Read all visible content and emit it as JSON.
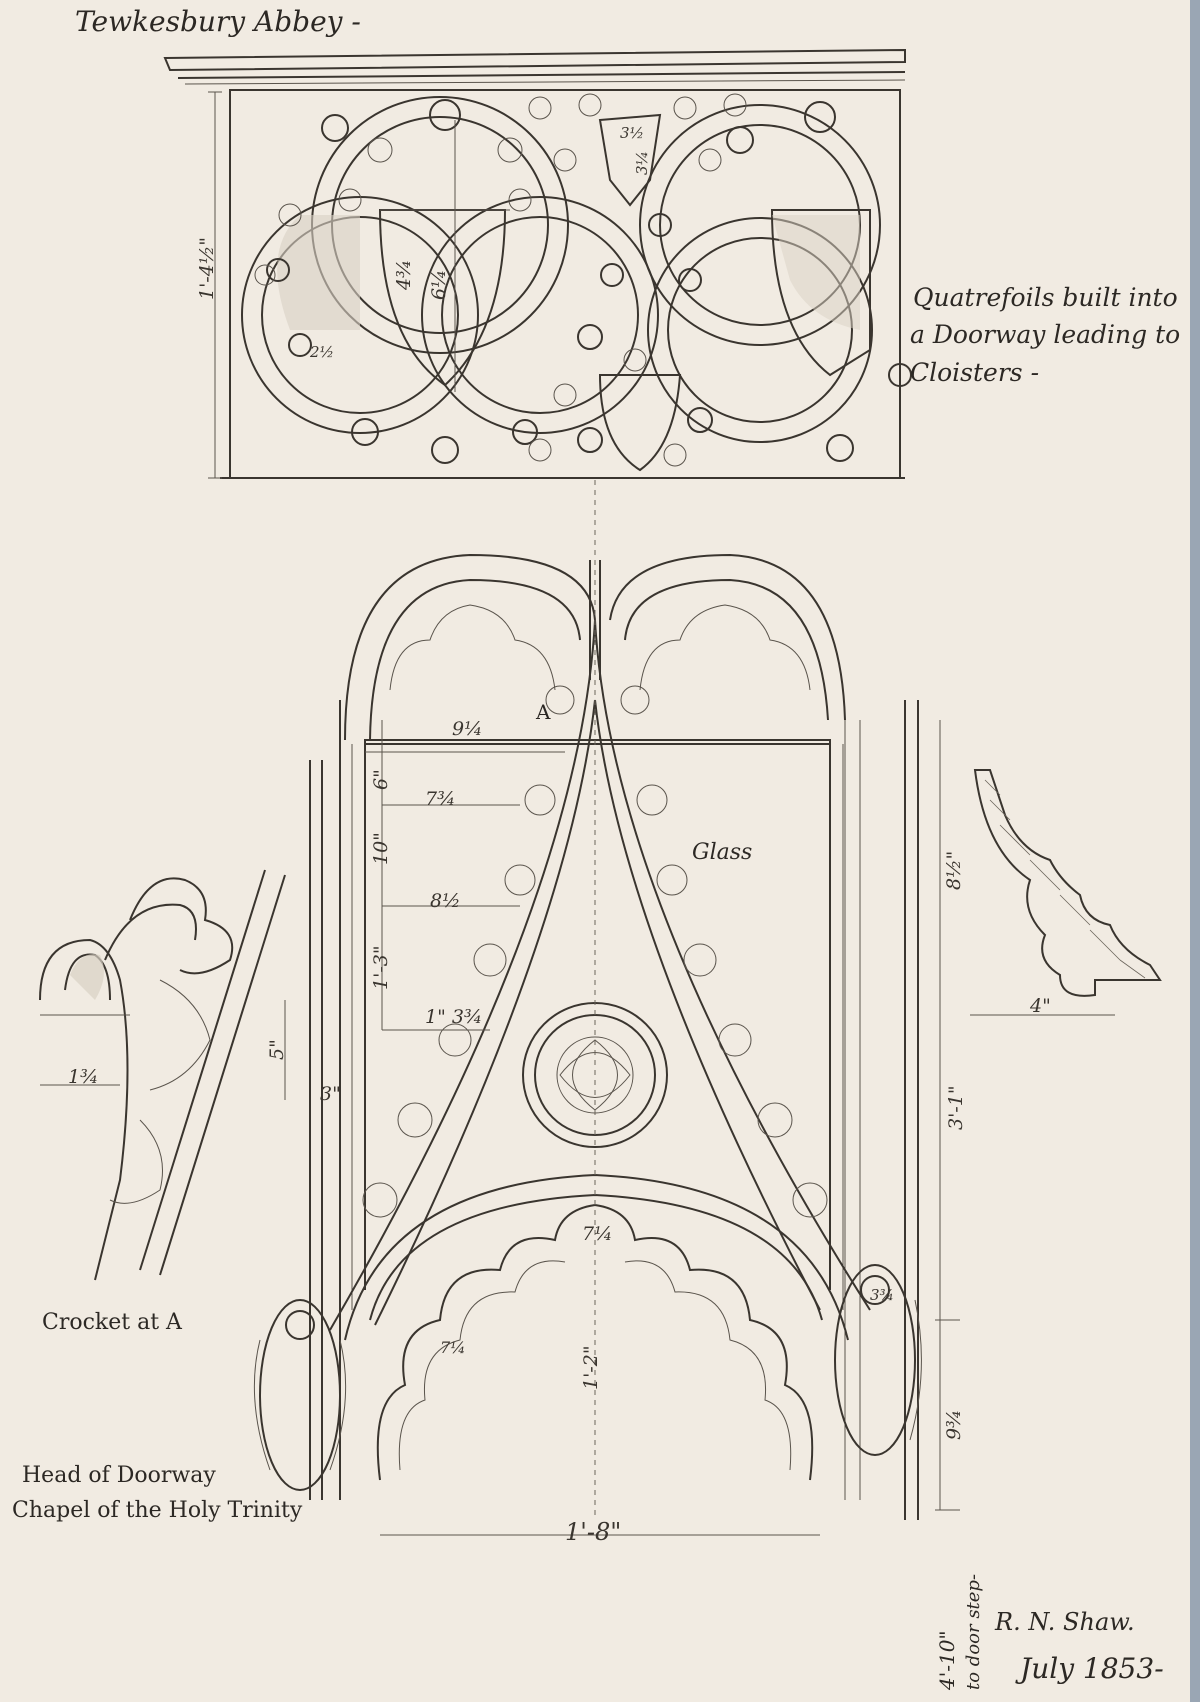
{
  "title": "Tewkesbury Abbey -",
  "quatrefoil_note": [
    "Quatrefoils built into",
    "a Doorway leading to",
    "Cloisters -"
  ],
  "crocket_label": "Crocket at A",
  "doorway_label": [
    "Head of Doorway",
    "Chapel of the Holy Trinity"
  ],
  "glass_label": "Glass",
  "point_label": "A",
  "signature": "R. N. Shaw.",
  "date": "July 1853-",
  "step_note": [
    "4'-10\"",
    "to door step-"
  ],
  "dimensions": {
    "quatrefoil_height": "1'-4½\"",
    "shield_a": "6¼",
    "shield_b": "4¾",
    "shield_c": "2½",
    "shield_d": "3½",
    "shield_e": "3¼",
    "span_top": "9¼",
    "d_6": "6\"",
    "d_7_3_4": "7¾",
    "d_10": "10\"",
    "d_8_1_2": "8½",
    "d_1_3": "1'-3\"",
    "d_1_3_3_4": "1\" 3¾",
    "d_5": "5\"",
    "d_3": "3\"",
    "crocket_dim": "1¾",
    "d_8_2": "8½\"",
    "d_4": "4\"",
    "d_3_1": "3'-1\"",
    "d_7_1_4": "7¼",
    "d_1_2": "1'-2\"",
    "d_1_8": "1'-8\"",
    "d_9_3_4": "9¾",
    "d_3_3_4": "3¾",
    "d_7_4b": "7¼"
  },
  "colors": {
    "paper": "#f1ebe2",
    "ink": "#3a352f",
    "edge": "#9aa6b4"
  }
}
